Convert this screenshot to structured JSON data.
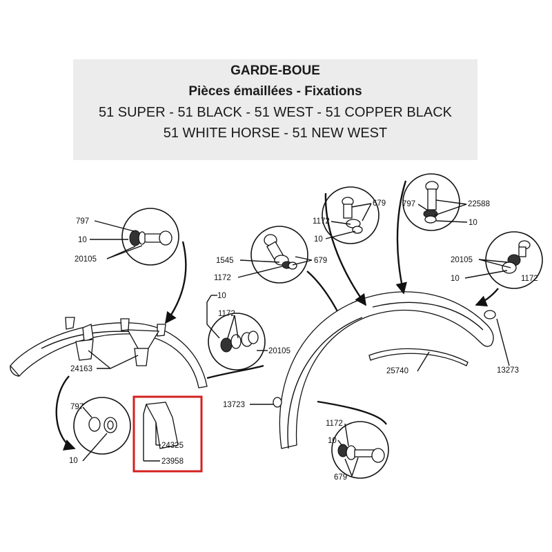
{
  "header": {
    "title": "GARDE-BOUE",
    "subtitle": "Pièces émaillées - Fixations",
    "models_line1": "51 SUPER - 51 BLACK - 51 WEST - 51 COPPER BLACK",
    "models_line2": "51 WHITE HORSE - 51 NEW WEST"
  },
  "labels": {
    "front_797": "797",
    "front_10": "10",
    "front_20105": "20105",
    "front_24163": "24163",
    "lower_797": "797",
    "lower_10": "10",
    "flap_24325": "24325",
    "flap_23958": "23958",
    "mid_1545": "1545",
    "mid_679": "679",
    "mid_1172": "1172",
    "mid2_10": "10",
    "mid2_1172": "1172",
    "mid2_20105": "20105",
    "top_1172": "1172",
    "top_679": "679",
    "top_10": "10",
    "tr_797": "797",
    "tr_22588": "22588",
    "tr_10": "10",
    "r_20105": "20105",
    "r_10": "10",
    "r_1172": "1172",
    "r_13273": "13273",
    "r_25740": "25740",
    "r_13723": "13723",
    "rb_1172": "1172",
    "rb_10": "10",
    "rb_679": "679"
  },
  "colors": {
    "highlight": "#d42020",
    "header_bg": "#ececec",
    "ink": "#111111"
  }
}
